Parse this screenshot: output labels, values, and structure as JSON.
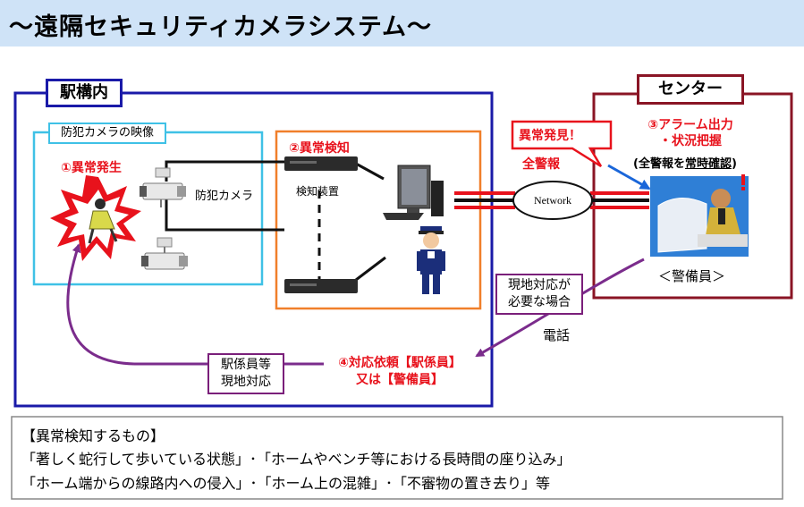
{
  "title": "～遠隔セキュリティカメラシステム～",
  "station": {
    "label": "駅構内",
    "camera_area_label": "防犯カメラの映像",
    "step1": "①異常発生",
    "camera_label": "防犯カメラ",
    "step2": "②異常検知",
    "detector_label": "検知装置",
    "staff_box": [
      "駅係員等",
      "現地対応"
    ],
    "step4": [
      "④対応依頼【駅係員】",
      "又は【警備員】"
    ]
  },
  "center": {
    "label": "センター",
    "callout": "異常発見！",
    "step3": [
      "③アラーム出力",
      "・状況把握"
    ],
    "step3_note_parts": [
      "(全警報を",
      "常時確認",
      ")"
    ],
    "guard_label": "＜警備員＞"
  },
  "network": {
    "all_alerts": "全警報",
    "node": "Network",
    "onsite_box": [
      "現地対応が",
      "必要な場合"
    ],
    "phone": "電話"
  },
  "footer": {
    "heading": "【異常検知するもの】",
    "line1": "「著しく蛇行して歩いている状態」･「ホームやベンチ等における長時間の座り込み」",
    "line2": "「ホーム端からの線路内への侵入」･「ホーム上の混雑」･「不審物の置き去り」等"
  },
  "colors": {
    "station_border": "#1a1aa8",
    "camera_border": "#3fc1e6",
    "detector_border": "#f07f2a",
    "center_border": "#8a1525",
    "onsite_border": "#7a1f7a",
    "staff_border": "#7a1f7a",
    "alert_red": "#e8121c",
    "arrow_purple": "#7b2c8c",
    "title_bg": "#cfe3f7"
  }
}
